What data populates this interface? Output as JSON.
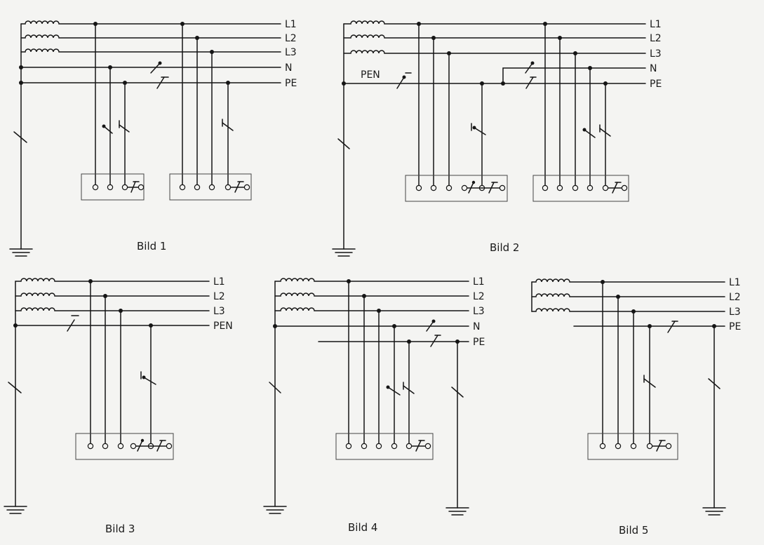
{
  "colors": {
    "ink": "#151515",
    "paper": "#f4f4f2"
  },
  "diagrams": [
    {
      "caption": "Bild 1",
      "conductors": [
        "L1",
        "L2",
        "L3",
        "N",
        "PE"
      ]
    },
    {
      "caption": "Bild 2",
      "conductors": [
        "L1",
        "L2",
        "L3",
        "N",
        "PE"
      ],
      "pen_label": "PEN"
    },
    {
      "caption": "Bild 3",
      "conductors": [
        "L1",
        "L2",
        "L3",
        "PEN"
      ]
    },
    {
      "caption": "Bild 4",
      "conductors": [
        "L1",
        "L2",
        "L3",
        "N",
        "PE"
      ]
    },
    {
      "caption": "Bild 5",
      "conductors": [
        "L1",
        "L2",
        "L3",
        "PE"
      ]
    }
  ]
}
